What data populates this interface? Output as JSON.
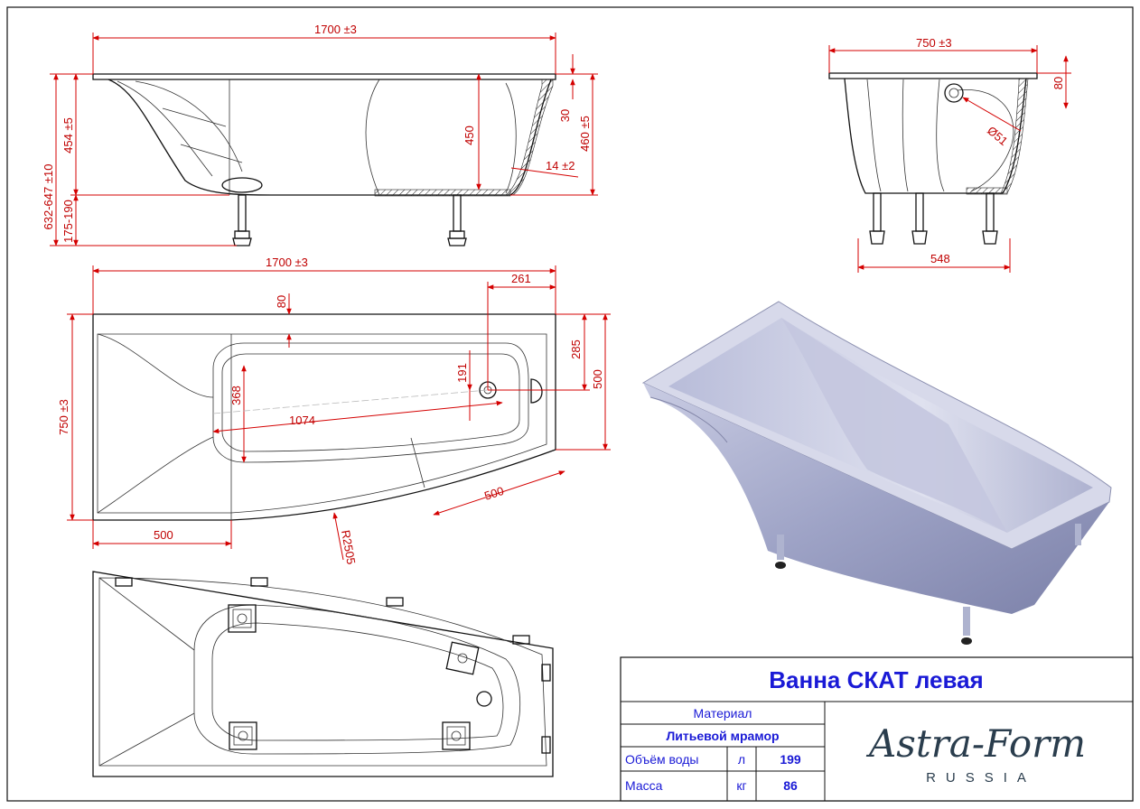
{
  "title_block": {
    "title": "Ванна СКАТ левая",
    "material_header": "Материал",
    "material_value": "Литьевой мрамор",
    "rows": [
      {
        "label": "Объём воды",
        "unit": "л",
        "value": "199"
      },
      {
        "label": "Масса",
        "unit": "кг",
        "value": "86"
      }
    ],
    "logo": "Astra-Form",
    "logo_sub": "RUSSIA",
    "text_color": "#1a1ad6"
  },
  "dimensions": {
    "side_length": "1700 ±3",
    "total_height": "632-647 ±10",
    "height_454": "454 ±5",
    "leg_height": "175-190",
    "depth_450": "450",
    "rim_30": "30",
    "height_460": "460 ±5",
    "wall_14": "14 ±2",
    "end_width": "750 ±3",
    "rim_80": "80",
    "drain_dia": "Ø51",
    "leg_span": "548",
    "plan_length": "1700 ±3",
    "plan_261": "261",
    "plan_80": "80",
    "plan_width": "750 ±3",
    "plan_285": "285",
    "plan_500_right": "500",
    "plan_191": "191",
    "plan_368": "368",
    "plan_1074": "1074",
    "plan_500_bottom": "500",
    "plan_500_diag": "500",
    "plan_radius": "R2505"
  },
  "colors": {
    "dimension": "#d40000",
    "outline": "#111111",
    "tub_render": "#a9aece"
  }
}
